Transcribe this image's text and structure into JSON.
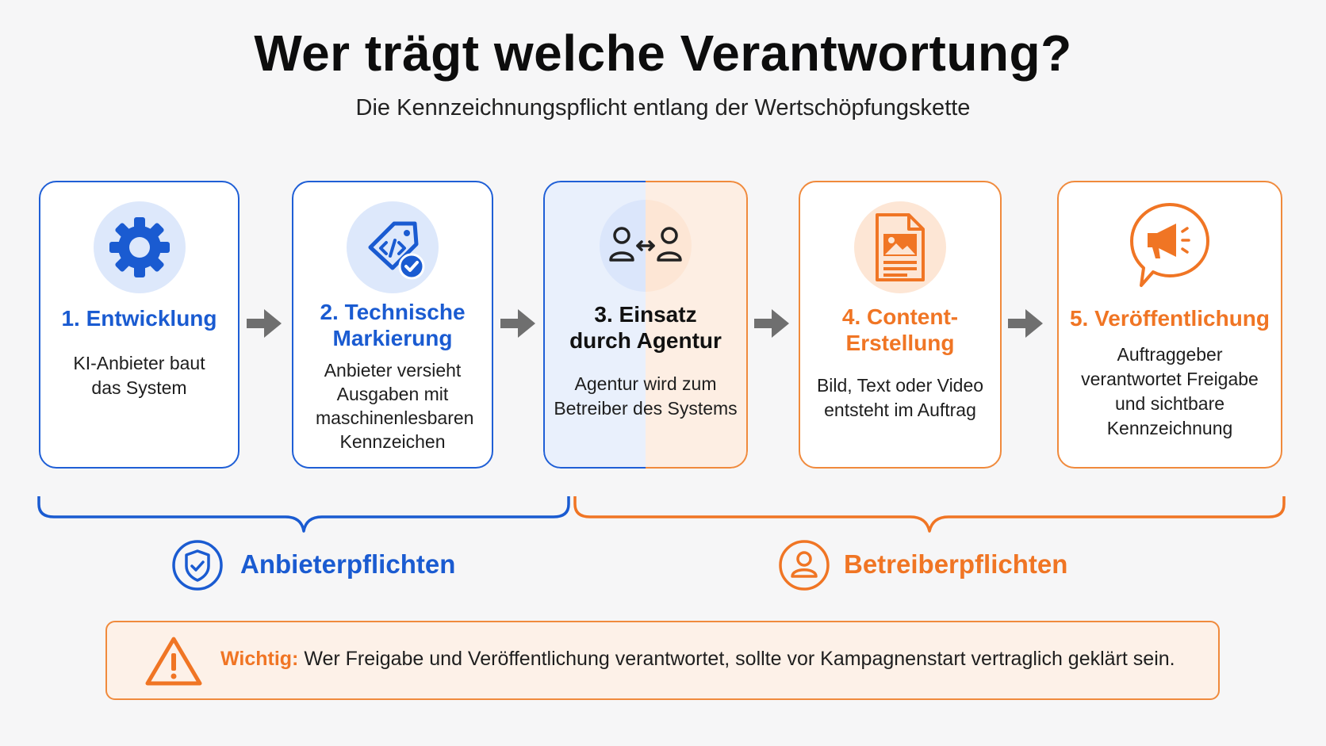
{
  "header": {
    "title": "Wer trägt welche Verantwortung?",
    "subtitle": "Die Kennzeichnungspflicht entlang der Wertschöpfungskette"
  },
  "steps": [
    {
      "title": "1. Entwicklung",
      "desc": "KI-Anbieter baut das System",
      "icon": "gear-icon",
      "color": "#1a5bd1"
    },
    {
      "title": "2. Technische Markierung",
      "desc": "Anbieter versieht Ausgaben mit maschinenlesbaren Kennzeichen",
      "icon": "code-tag-check-icon",
      "color": "#1a5bd1"
    },
    {
      "title": "3. Einsatz durch Agentur",
      "desc": "Agentur wird zum Betreiber des Systems",
      "icon": "users-exchange-icon",
      "color": "#111111"
    },
    {
      "title": "4. Content-Erstellung",
      "desc": "Bild, Text oder Video entsteht im Auftrag",
      "icon": "document-image-icon",
      "color": "#f07524"
    },
    {
      "title": "5. Veröffentlichung",
      "desc": "Auftraggeber verantwortet Freigabe und sichtbare Kennzeichnung",
      "icon": "megaphone-icon",
      "color": "#f07524"
    }
  ],
  "groups": {
    "provider": {
      "label": "Anbieterpflichten",
      "icon": "shield-check-icon",
      "color": "#1a5bd1"
    },
    "operator": {
      "label": "Betreiberpflichten",
      "icon": "user-circle-icon",
      "color": "#f07524"
    }
  },
  "notice": {
    "label": "Wichtig:",
    "text": "Wer Freigabe und Veröffentlichung verantwortet, sollte vor Kampagnenstart vertraglich geklärt sein.",
    "icon": "warning-triangle-icon"
  }
}
